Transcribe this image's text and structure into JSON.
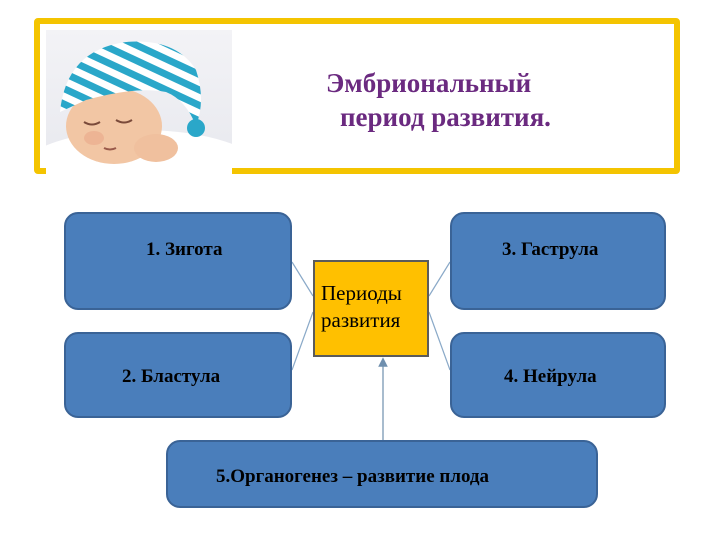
{
  "title": {
    "line1": "Эмбриональный",
    "line2": "период развития."
  },
  "center_label": "Периоды развития",
  "boxes": {
    "zygote": "1. Зигота",
    "blastula": "2. Бластула",
    "gastrula": "3. Гаструла",
    "neurula": "4. Нейрула",
    "organogenesis": "5.Органогенез – развитие плода"
  },
  "colors": {
    "box_fill": "#4a7ebb",
    "center_fill": "#ffc000",
    "banner_border": "#f4c400",
    "title_color": "#6b2a80"
  }
}
